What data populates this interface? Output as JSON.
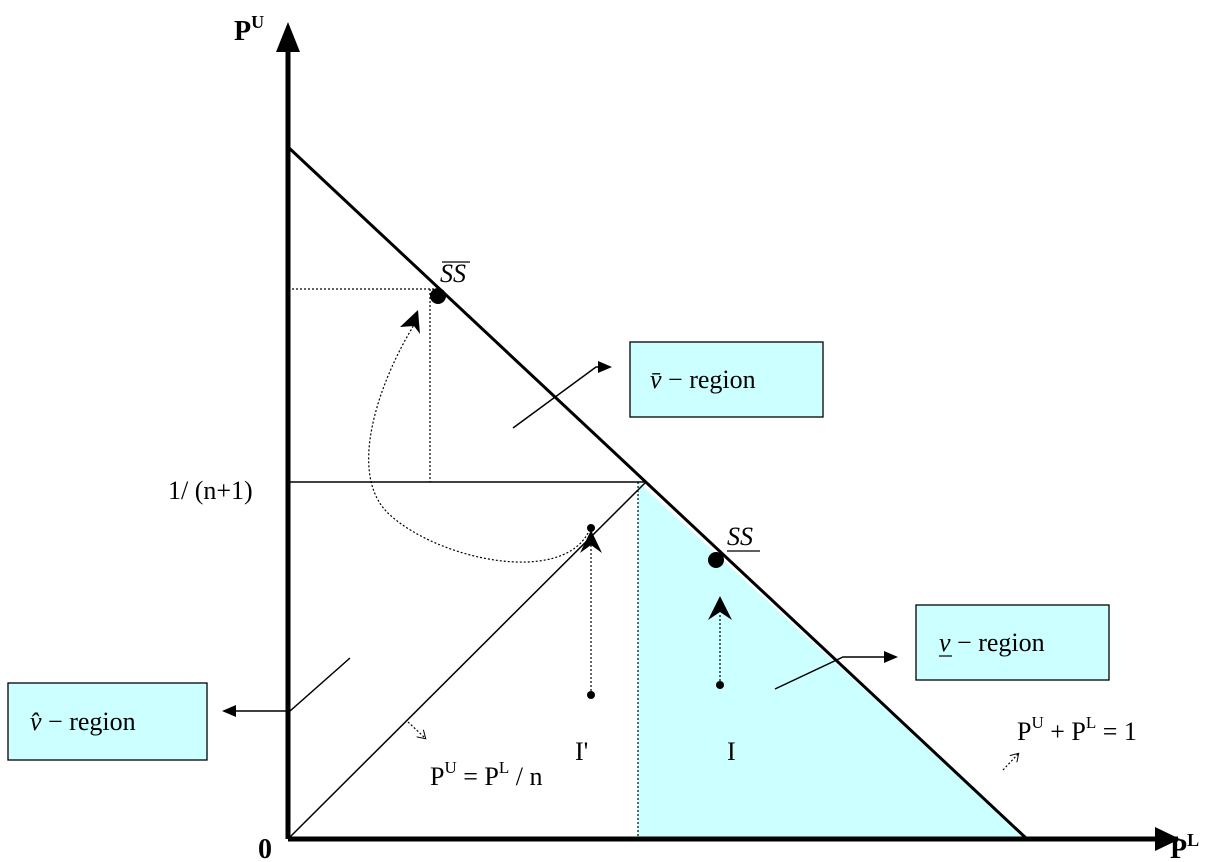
{
  "axes": {
    "y_label": "P",
    "y_label_sup": "U",
    "x_label": "P",
    "x_label_sup": "L",
    "origin_label": "0",
    "y_tick_label": "1/ (n+1)"
  },
  "points": {
    "ss_upper": "SS",
    "ss_lower": "SS",
    "start_i": "I",
    "start_i_prime": "I'"
  },
  "regions": {
    "v_bar_symbol": "v̄",
    "v_bar_text": " − region",
    "v_under_symbol": "v",
    "v_under_text": " − region",
    "v_hat_symbol": "v̂",
    "v_hat_text": " − region"
  },
  "equations": {
    "diag_p1": "P",
    "diag_sup1": "U",
    "diag_mid": " = P",
    "diag_sup2": "L",
    "diag_end": " / n",
    "budget_p1": "P",
    "budget_sup1": "U",
    "budget_mid": " + P",
    "budget_sup2": "L",
    "budget_end": " = 1"
  },
  "colors": {
    "region_fill": "#ccffff",
    "line": "#000000"
  }
}
